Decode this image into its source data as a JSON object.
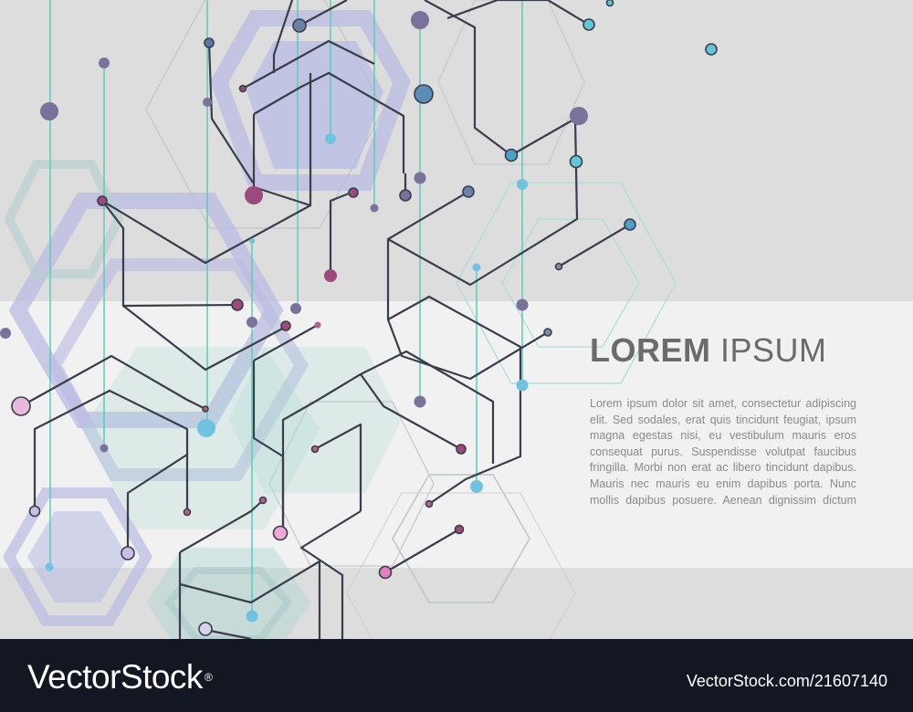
{
  "headline": {
    "bold": "LOREM",
    "regular": "IPSUM"
  },
  "body_text": "Lorem ipsum dolor sit amet, consectetur adipiscing elit. Sed sodales, erat quis tincidunt feugiat, ipsum magna egestas nisi, eu vestibulum mauris eros consequat purus. Suspendisse volutpat faucibus fringilla. Morbi non erat ac libero tincidunt dapibus. Mauris nec mauris eu enim dapibus porta. Nunc mollis dapibus posuere. Aenean dignissim dictum",
  "footer": {
    "brand": "VectorStock",
    "trademark": "®",
    "image_id": "VectorStock.com/21607140"
  },
  "colors": {
    "background": "#dddddd",
    "band": "#f1f1f1",
    "line": "#3a3d4a",
    "teal": "#5fc9b8",
    "lavender": "#aeb0e6",
    "footer": "#131722"
  },
  "icons": [
    "hexagon-network-illustration"
  ]
}
